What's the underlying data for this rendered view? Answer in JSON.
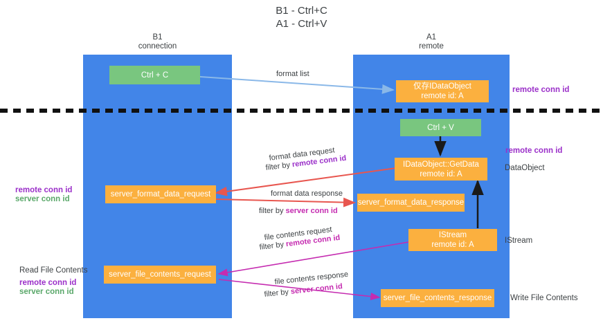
{
  "title": {
    "line1": "B1 - Ctrl+C",
    "line2": "A1 - Ctrl+V"
  },
  "columns": [
    {
      "name": "B1",
      "sub": "connection"
    },
    {
      "name": "A1",
      "sub": "remote"
    }
  ],
  "colors": {
    "lane": "#4285e8",
    "green_node": "#79c67f",
    "orange_node": "#fbb03f",
    "purple": "#9b30c9",
    "green_text": "#5aa86a",
    "magenta": "#c52bb0",
    "arrow_blue": "#8ab8e8",
    "arrow_red": "#e8564f",
    "arrow_black": "#1a1a1a",
    "background": "#ffffff"
  },
  "nodes": {
    "ctrl_c": {
      "line1": "Ctrl + C",
      "line2": ""
    },
    "data_object_remote": {
      "line1": "仅存IDataObject",
      "line2": "remote id: A"
    },
    "ctrl_v": {
      "line1": "Ctrl + V",
      "line2": ""
    },
    "get_data": {
      "line1": "IDataObject::GetData",
      "line2": "remote id: A"
    },
    "server_format_data_request": {
      "line1": "server_format_data_request",
      "line2": ""
    },
    "server_format_data_response": {
      "line1": "server_format_data_response",
      "line2": ""
    },
    "istream": {
      "line1": "IStream",
      "line2": "remote id: A"
    },
    "server_file_contents_request": {
      "line1": "server_file_contents_request",
      "line2": ""
    },
    "server_file_contents_response": {
      "line1": "server_file_contents_response",
      "line2": ""
    }
  },
  "right_labels": {
    "remote_conn_id_top": "remote conn id",
    "remote_conn_id_mid": "remote conn id",
    "data_object": "DataObject",
    "istream": "IStream",
    "write_file_contents": "Write File Contents"
  },
  "left_labels": {
    "remote_conn_id_1": "remote conn id",
    "server_conn_id_1": "server conn id",
    "read_file_contents": "Read File Contents",
    "remote_conn_id_2": "remote conn id",
    "server_conn_id_2": "server conn id"
  },
  "captions": {
    "format_list": "format list",
    "format_data_request": "format data request",
    "format_data_request_filter_prefix": "filter by ",
    "format_data_request_filter_value": "remote conn id",
    "format_data_response": "format data response",
    "format_data_response_filter_prefix": "filter by ",
    "format_data_response_filter_value": "server conn id",
    "file_contents_request": "file contents request",
    "file_contents_request_filter_prefix": "filter by ",
    "file_contents_request_filter_value": "remote conn id",
    "file_contents_response": "file contents response",
    "file_contents_response_filter_prefix": "filter by ",
    "file_contents_response_filter_value": "server conn id"
  }
}
